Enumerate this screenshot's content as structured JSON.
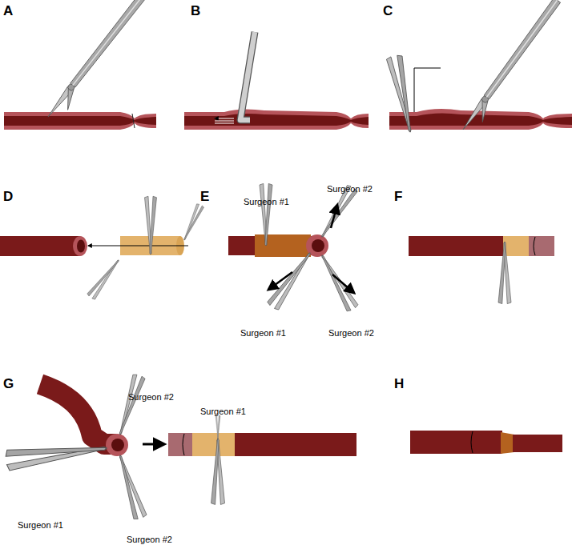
{
  "diagram": {
    "labels": [
      "A",
      "B",
      "C",
      "D",
      "E",
      "F",
      "G",
      "H",
      "Surgeon #1",
      "Surgeon #2",
      "Surgeon #1",
      "Surgeon #2",
      "Surgeon #2",
      "Surgeon #1",
      "Surgeon #1",
      "Surgeon #2"
    ]
  }
}
